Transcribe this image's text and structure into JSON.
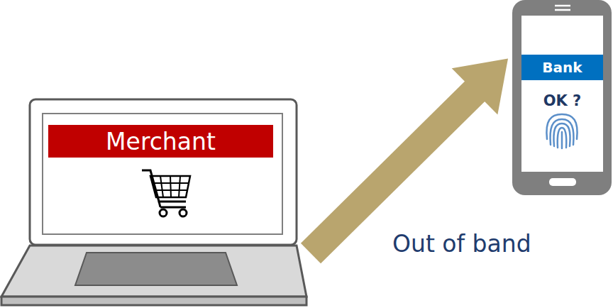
{
  "diagram": {
    "nodes": [
      {
        "text": [
          "Merchant"
        ]
      },
      {
        "text": [
          "Bank",
          "OK ?"
        ]
      }
    ],
    "edges": [
      {
        "from": 0,
        "to": 1,
        "arrow": "to",
        "label": "Out of band"
      }
    ]
  }
}
